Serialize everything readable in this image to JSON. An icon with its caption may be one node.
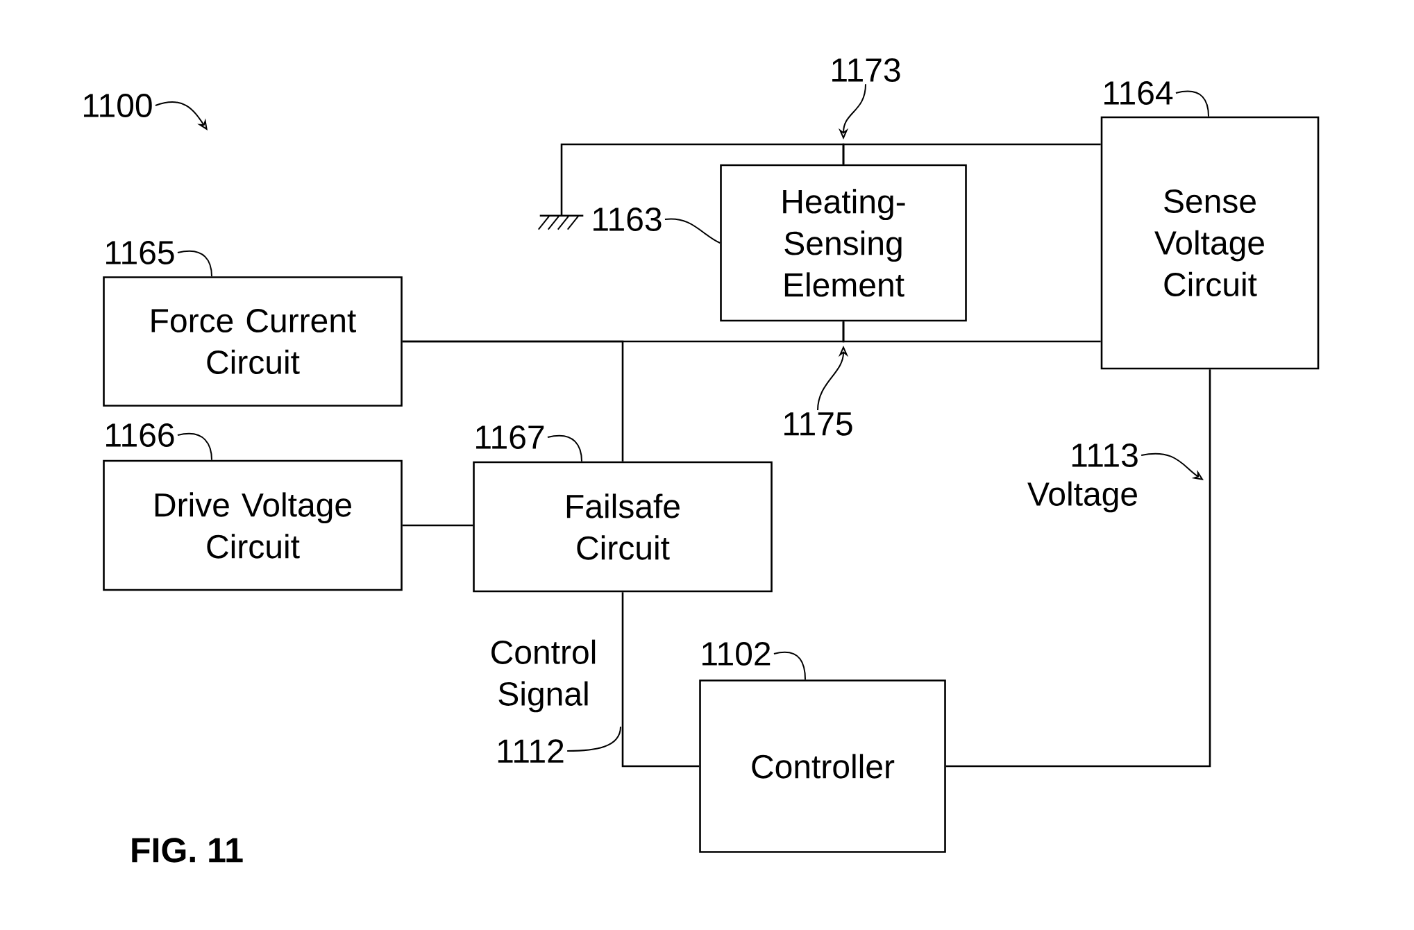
{
  "diagram": {
    "title": "FIG. 11",
    "nodes": [
      {
        "text": [
          "1100"
        ]
      },
      {
        "text": [
          "1173"
        ]
      },
      {
        "text": [
          "1164"
        ]
      },
      {
        "text": [
          "Sense Voltage Circuit"
        ]
      },
      {
        "text": [
          "1163"
        ]
      },
      {
        "text": [
          "Heating-Sensing Element"
        ]
      },
      {
        "text": [],
        "shape": "ground"
      },
      {
        "text": [
          "1165"
        ]
      },
      {
        "text": [
          "Force Current Circuit"
        ]
      },
      {
        "text": [
          "1175"
        ]
      },
      {
        "text": [
          "1166"
        ]
      },
      {
        "text": [
          "1167"
        ]
      },
      {
        "text": [
          "Drive Voltage Circuit"
        ]
      },
      {
        "text": [
          "Failsafe Circuit"
        ]
      },
      {
        "text": [
          "1113"
        ]
      },
      {
        "text": [
          "1102"
        ]
      },
      {
        "text": [
          "1112"
        ]
      },
      {
        "text": [
          "Controller"
        ]
      }
    ],
    "edges": [
      {
        "from": 0,
        "to": null,
        "arrow": "to"
      },
      {
        "from": 1,
        "to": null,
        "arrow": "to"
      },
      {
        "from": 2,
        "to": 3,
        "arrow": "none"
      },
      {
        "from": 4,
        "to": 5,
        "arrow": "none"
      },
      {
        "from": 6,
        "to": 5,
        "arrow": "none"
      },
      {
        "from": 5,
        "to": 3,
        "arrow": "none"
      },
      {
        "from": 7,
        "to": 8,
        "arrow": "none"
      },
      {
        "from": 9,
        "to": null,
        "arrow": "to"
      },
      {
        "from": 8,
        "to": 5,
        "arrow": "none"
      },
      {
        "from": 5,
        "to": 3,
        "arrow": "none"
      },
      {
        "from": 13,
        "to": 8,
        "arrow": "none"
      },
      {
        "from": 10,
        "to": 12,
        "arrow": "none"
      },
      {
        "from": 11,
        "to": 13,
        "arrow": "none"
      },
      {
        "from": 12,
        "to": 13,
        "arrow": "none"
      },
      {
        "from": 14,
        "to": null,
        "arrow": "to"
      },
      {
        "from": 15,
        "to": 17,
        "arrow": "none"
      },
      {
        "from": 16,
        "to": null,
        "arrow": "none"
      },
      {
        "from": 13,
        "to": 17,
        "arrow": "none",
        "label": "Control Signal"
      },
      {
        "from": 17,
        "to": 3,
        "arrow": "none",
        "label": "Voltage"
      }
    ]
  }
}
